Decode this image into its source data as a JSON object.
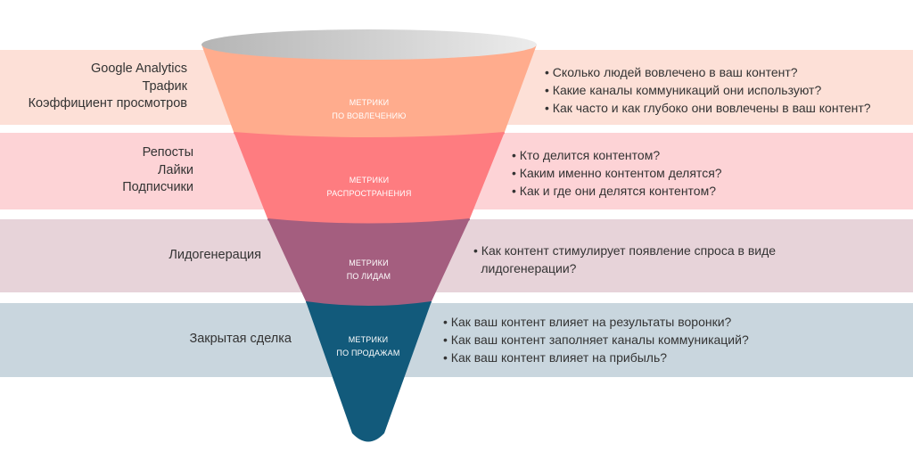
{
  "stages": [
    {
      "label_line1": "МЕТРИКИ",
      "label_line2": "ПО ВОВЛЕЧЕНИЮ",
      "color": "#ffac8d",
      "left_items": [
        "Google Analytics",
        "Трафик",
        "Коэффициент просмотров"
      ],
      "questions": [
        "Сколько людей вовлечено в ваш контент?",
        "Какие каналы коммуникаций они используют?",
        "Как часто и как глубоко они вовлечены в ваш контент?"
      ]
    },
    {
      "label_line1": "МЕТРИКИ",
      "label_line2": "РАСПРОСТРАНЕНИЯ",
      "color": "#fe7c80",
      "left_items": [
        "Репосты",
        "Лайки",
        "Подписчики"
      ],
      "questions": [
        "Кто делится контентом?",
        "Каким именно контентом делятся?",
        "Как и где они делятся контентом?"
      ]
    },
    {
      "label_line1": "МЕТРИКИ",
      "label_line2": "ПО ЛИДАМ",
      "color": "#a45e7f",
      "left_items": [
        "Лидогенерация"
      ],
      "questions": [
        "Как контент стимулирует появление спроса в виде лидогенерации?"
      ]
    },
    {
      "label_line1": "МЕТРИКИ",
      "label_line2": "ПО ПРОДАЖАМ",
      "color": "#125a7b",
      "left_items": [
        "Закрытая сделка"
      ],
      "questions": [
        "Как ваш контент влияет на результаты воронки?",
        "Как ваш контент заполняет каналы коммуникаций?",
        "Как ваш контент влияет на прибыль?"
      ]
    }
  ]
}
